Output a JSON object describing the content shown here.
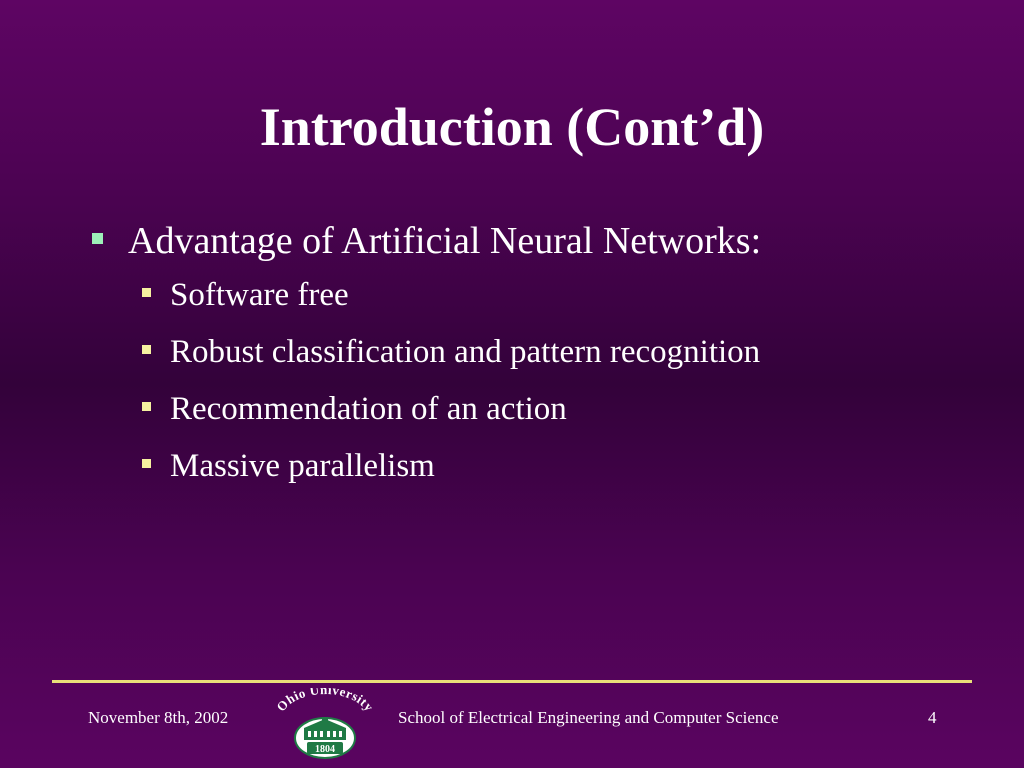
{
  "slide": {
    "title": "Introduction (Cont’d)",
    "bullet": {
      "text": "Advantage of Artificial Neural Networks:",
      "subitems": [
        "Software free",
        "Robust classification and pattern recognition",
        "Recommendation of an action",
        "Massive parallelism"
      ]
    }
  },
  "footer": {
    "date": "November 8th, 2002",
    "school": "School of Electrical Engineering and Computer Science",
    "page_number": "4",
    "logo": {
      "name": "Ohio University",
      "year": "1804"
    }
  },
  "colors": {
    "background": "#4e0354",
    "text": "#ffffff",
    "level1_bullet": "#9df0b9",
    "level2_bullet": "#f6f1a0",
    "footer_rule": "#e9e079",
    "logo_green": "#1f7a45"
  }
}
